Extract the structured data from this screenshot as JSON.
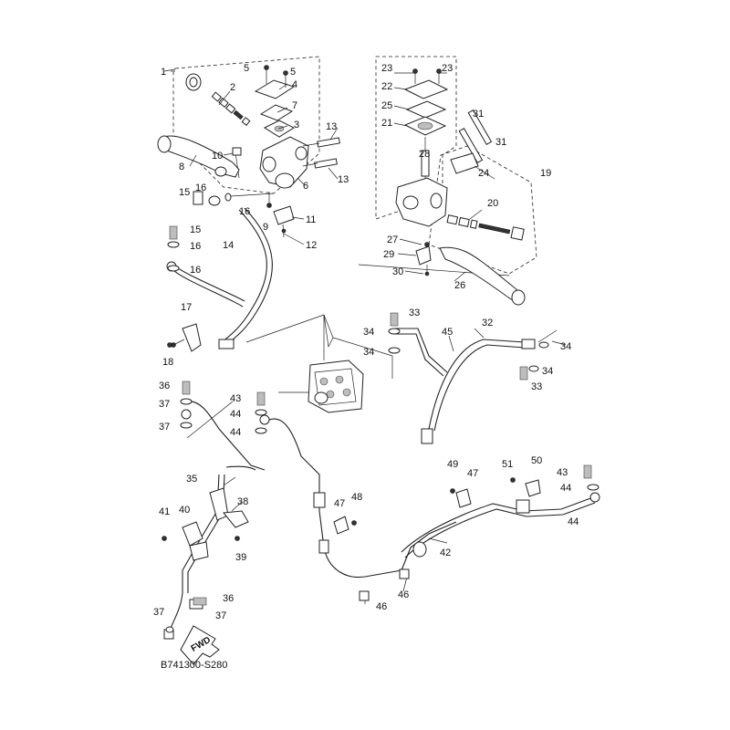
{
  "diagram": {
    "code": "B741300-S280",
    "fwd_label": "FWD",
    "callouts": [
      "1",
      "2",
      "3",
      "4",
      "5",
      "5",
      "6",
      "7",
      "8",
      "9",
      "10",
      "11",
      "12",
      "13",
      "13",
      "14",
      "15",
      "15",
      "16",
      "16",
      "16",
      "16",
      "17",
      "18",
      "19",
      "20",
      "21",
      "22",
      "23",
      "23",
      "24",
      "25",
      "26",
      "27",
      "28",
      "29",
      "30",
      "31",
      "31",
      "32",
      "33",
      "33",
      "34",
      "34",
      "34",
      "34",
      "35",
      "36",
      "36",
      "37",
      "37",
      "37",
      "37",
      "38",
      "39",
      "40",
      "41",
      "42",
      "43",
      "43",
      "44",
      "44",
      "44",
      "44",
      "45",
      "46",
      "46",
      "47",
      "47",
      "48",
      "49",
      "50",
      "51"
    ]
  }
}
